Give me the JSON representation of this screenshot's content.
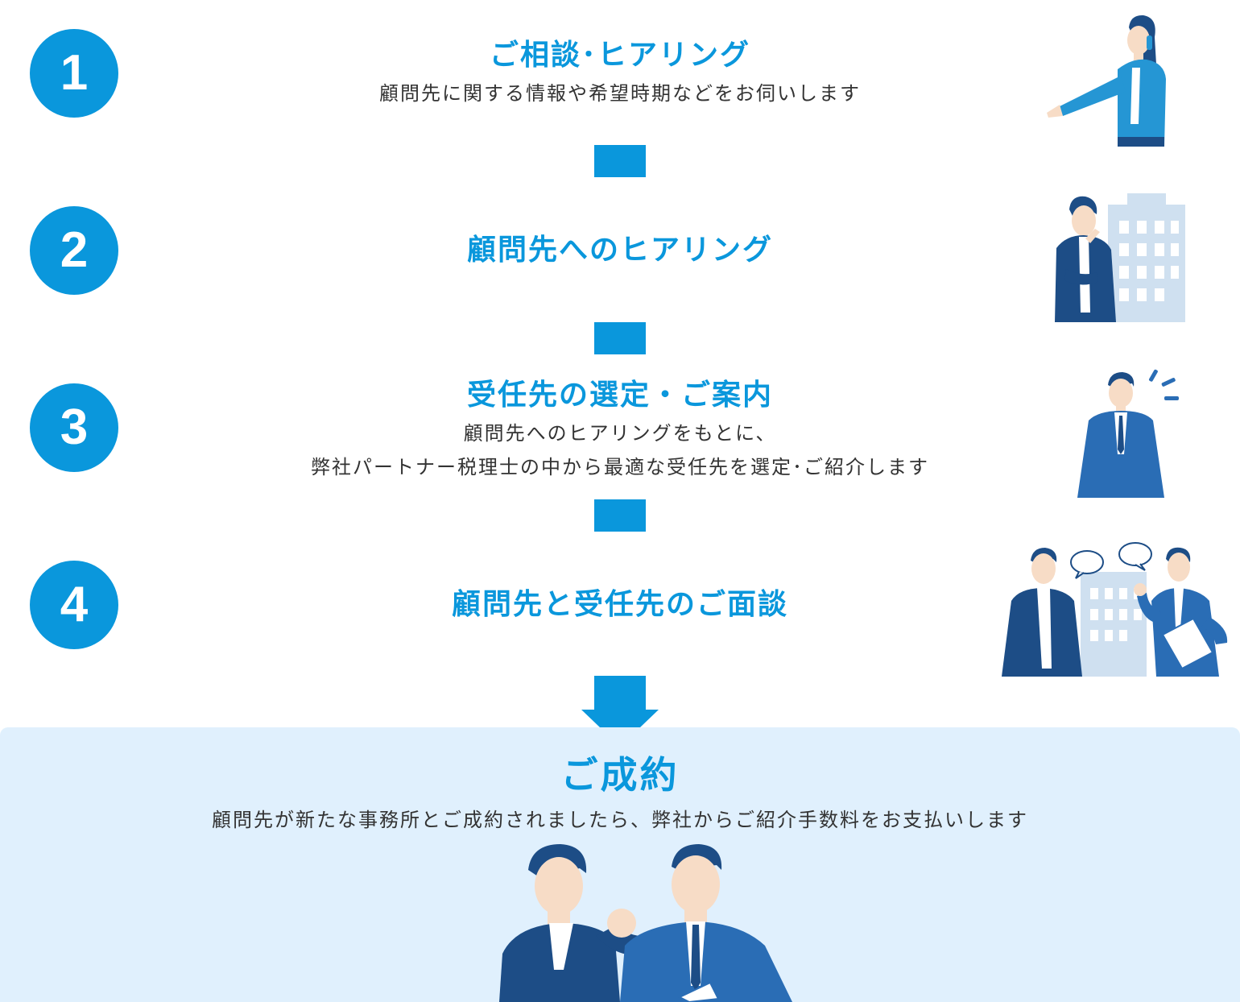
{
  "steps": [
    {
      "number": "1",
      "title": "ご相談･ヒアリング",
      "desc_lines": [
        "顧問先に関する情報や希望時期などをお伺いします"
      ]
    },
    {
      "number": "2",
      "title": "顧問先へのヒアリング",
      "desc_lines": []
    },
    {
      "number": "3",
      "title": "受任先の選定・ご案内",
      "desc_lines": [
        "顧問先へのヒアリングをもとに、",
        "弊社パートナー税理士の中から最適な受任先を選定･ご紹介します"
      ]
    },
    {
      "number": "4",
      "title": "顧問先と受任先のご面談",
      "desc_lines": []
    }
  ],
  "result": {
    "title": "ご成約",
    "desc": "顧問先が新たな事務所とご成約されましたら、弊社からご紹介手数料をお支払いします"
  },
  "illustrations": [
    "woman-on-phone-icon",
    "thinking-man-building-icon",
    "man-noticing-icon",
    "meeting-men-icon",
    "handshake-men-icon"
  ],
  "colors": {
    "accent": "#0a97dc",
    "result_bg": "#e0f0fd",
    "navy": "#1d4d86",
    "blue_suit": "#2a6db5",
    "building": "#cfe0f0",
    "skin": "#f7dcc6"
  }
}
